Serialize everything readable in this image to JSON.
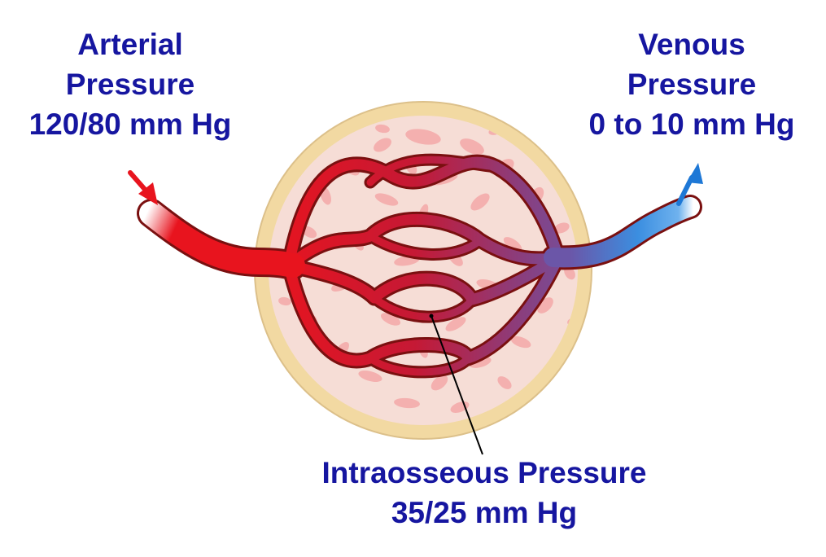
{
  "arterial": {
    "line1": "Arterial",
    "line2": "Pressure",
    "line3": "120/80 mm Hg"
  },
  "venous": {
    "line1": "Venous",
    "line2": "Pressure",
    "line3": "0 to 10 mm Hg"
  },
  "intraosseous": {
    "line1": "Intraosseous Pressure",
    "line2": "35/25 mm Hg"
  },
  "colors": {
    "text": "#1616a0",
    "arterial_blood": "#e8141e",
    "venous_blood": "#3b8ee0",
    "mixed_blood": "#7b4a9a",
    "bone_cortex": "#f2d9a2",
    "marrow": "#f6ddd6",
    "trabecula": "#f4a9a9",
    "vessel_outline": "#7a1010",
    "arterial_arrow": "#e8141e",
    "venous_arrow": "#1e78d6"
  }
}
